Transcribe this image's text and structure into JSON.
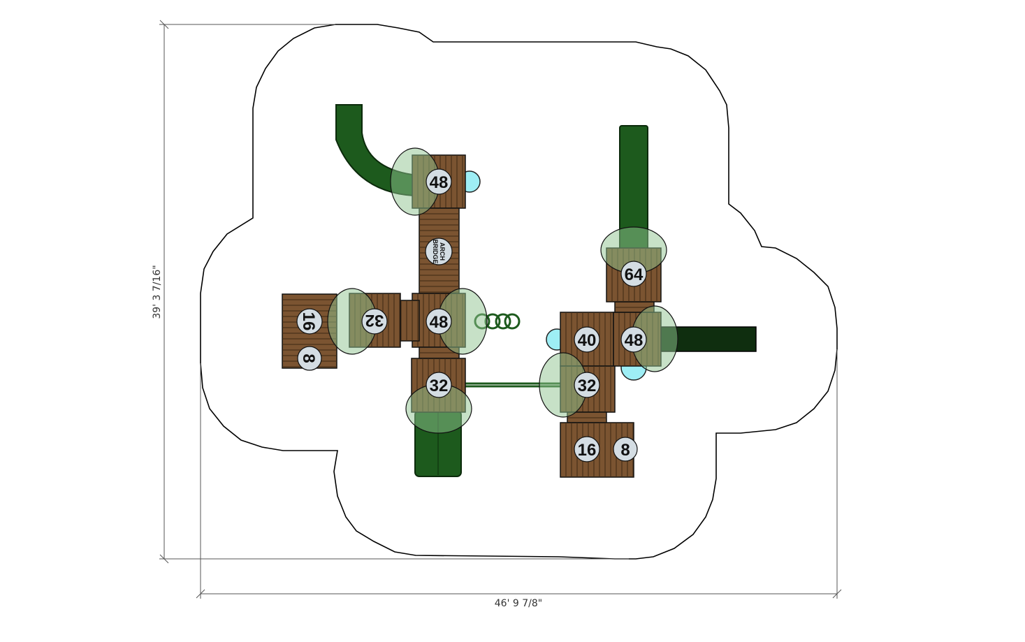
{
  "dimensions": {
    "height_label": "39' 3 7/16\"",
    "width_label": "46' 9 7/8\""
  },
  "platforms": {
    "top_left": "48",
    "arch_bridge_line1": "ARCH",
    "arch_bridge_line2": "BRIDGE",
    "center": "48",
    "left": "32",
    "far_left_a": "16",
    "far_left_b": "8",
    "bottom_left": "32",
    "right_a": "40",
    "right_b": "48",
    "right_top": "64",
    "right_mid": "32",
    "right_bottom_a": "16",
    "right_bottom_b": "8"
  },
  "colors": {
    "deck": "#7b5431",
    "slat": "#3e2813",
    "slide": "#1d5a1d",
    "zone": "#8fc48f",
    "bubble": "#9eeef5",
    "label_bg": "#d4dde3"
  }
}
